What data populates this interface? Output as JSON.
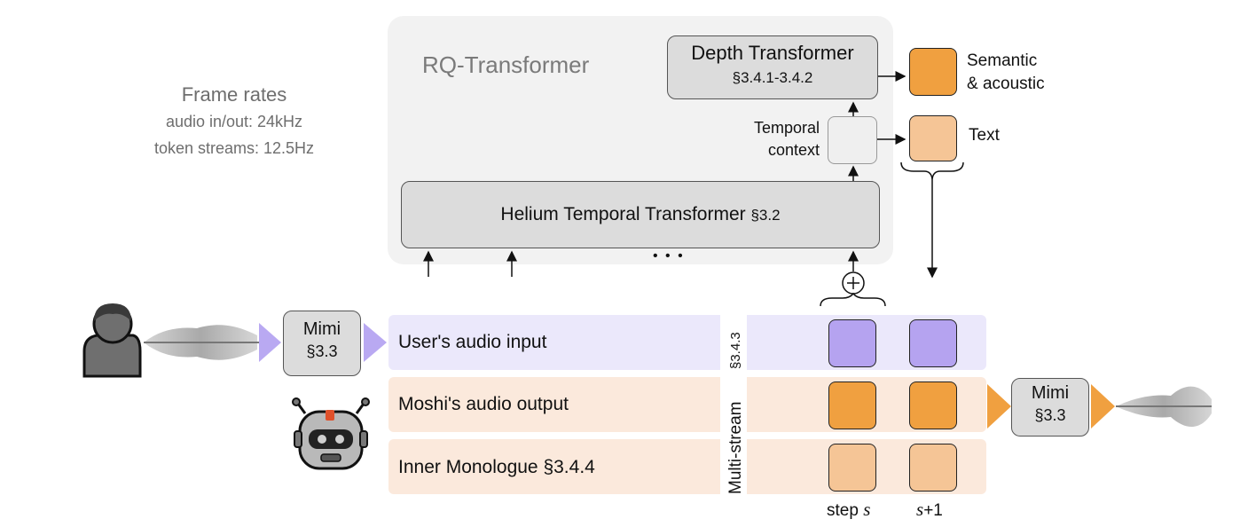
{
  "rq_title": "RQ-Transformer",
  "frame_rates": {
    "title": "Frame rates",
    "audio": "audio in/out: 24kHz",
    "tokens": "token streams: 12.5Hz"
  },
  "depth": {
    "title": "Depth Transformer",
    "section": "§3.4.1-3.4.2"
  },
  "temporal_context": {
    "line1": "Temporal",
    "line2": "context"
  },
  "outputs": {
    "semantic_line1": "Semantic",
    "semantic_line2": "& acoustic",
    "text": "Text"
  },
  "helium": {
    "title": "Helium Temporal  Transformer",
    "section": "§3.2"
  },
  "ellipsis": "• • •",
  "plus": "⊕",
  "streams": {
    "user": "User's audio input",
    "user_section": "§3.4.3",
    "moshi": "Moshi's audio output",
    "inner": "Inner Monologue §3.4.4",
    "multi": "Multi-stream"
  },
  "mimi": {
    "name": "Mimi",
    "section": "§3.3"
  },
  "steps": {
    "s_prefix": "step ",
    "s_var": "s",
    "s1_var": "s",
    "s1_suffix": "+1"
  },
  "colors": {
    "rq_bg": "#f2f2f2",
    "box": "#dcdcdc",
    "semantic": "#f0a040",
    "text_token": "#f5c596",
    "user_token": "#b5a3f0",
    "user_stream": "#ebe8fb",
    "moshi_stream": "#fbe9dc",
    "user_arrow": "#b9a9f2",
    "moshi_arrow": "#f0a040"
  },
  "icons": [
    "user-avatar-icon",
    "robot-icon",
    "audio-waveform-icon",
    "plus-circle-icon",
    "curly-brace-icon"
  ]
}
